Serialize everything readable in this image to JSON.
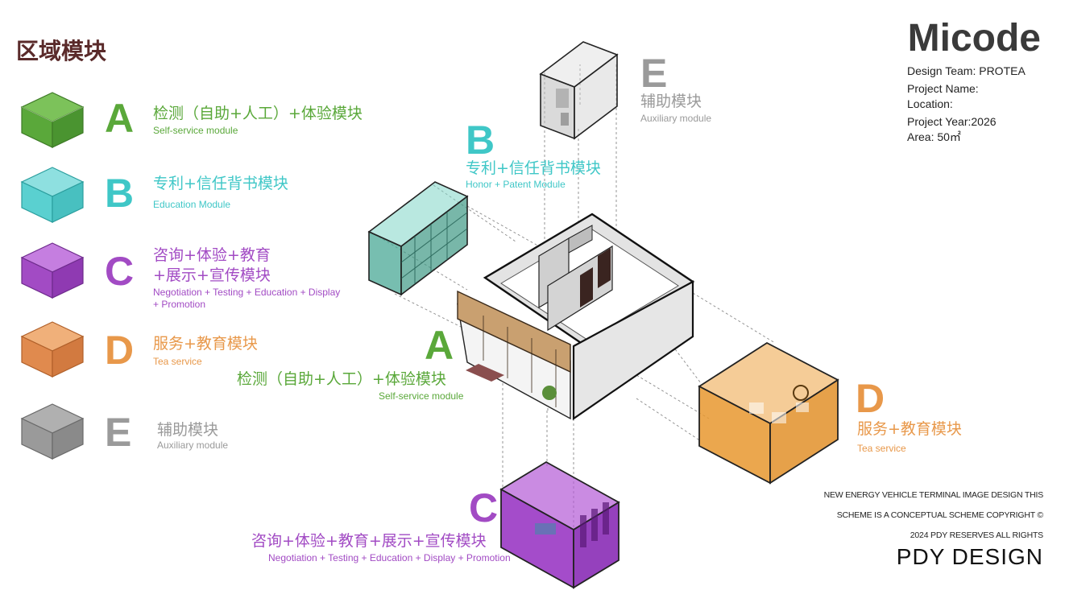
{
  "heading": "区域模块",
  "brand": {
    "name": "Micode",
    "design_team": "Design Team: PROTEA",
    "project_name": "Project Name:",
    "location": "Location:",
    "project_year": "Project Year:2026",
    "area": "Area: 50㎡"
  },
  "legend": [
    {
      "letter": "A",
      "cn": "检测（自助+人工）+体验模块",
      "en": "Self-service module",
      "color": "#5aa83a"
    },
    {
      "letter": "B",
      "cn": "专利+信任背书模块",
      "en": "Education Module",
      "color": "#3fc7c7"
    },
    {
      "letter": "C",
      "cn_line1": "咨询+体验+教育",
      "cn_line2": "+展示+宣传模块",
      "en_line1": "Negotiation + Testing + Education + Display",
      "en_line2": "+ Promotion",
      "color": "#a24bc4"
    },
    {
      "letter": "D",
      "cn": "服务+教育模块",
      "en": "Tea service",
      "color": "#e8984a"
    },
    {
      "letter": "E",
      "cn": "辅助模块",
      "en": "Auxiliary module",
      "color": "#9a9a9a"
    }
  ],
  "diagram": {
    "A": {
      "letter": "A",
      "cn": "检测（自助+人工）+体验模块",
      "en": "Self-service module"
    },
    "B": {
      "letter": "B",
      "cn": "专利+信任背书模块",
      "en": "Honor + Patent Module"
    },
    "C": {
      "letter": "C",
      "cn": "咨询+体验+教育+展示+宣传模块",
      "en": "Negotiation + Testing + Education + Display + Promotion"
    },
    "D": {
      "letter": "D",
      "cn": "服务+教育模块",
      "en": "Tea service"
    },
    "E": {
      "letter": "E",
      "cn": "辅助模块",
      "en": "Auxiliary module"
    }
  },
  "footer": {
    "line1": "NEW ENERGY VEHICLE TERMINAL IMAGE DESIGN  THIS",
    "line2": "SCHEME IS A CONCEPTUAL SCHEME  COPYRIGHT ©",
    "line3": "2024 PDY RESERVES ALL RIGHTS",
    "logo": "PDY DESIGN"
  },
  "colors": {
    "A": "#5aa83a",
    "B": "#3fc7c7",
    "C": "#a24bc4",
    "D": "#e8984a",
    "E": "#9a9a9a",
    "heading": "#5a2a2a"
  }
}
